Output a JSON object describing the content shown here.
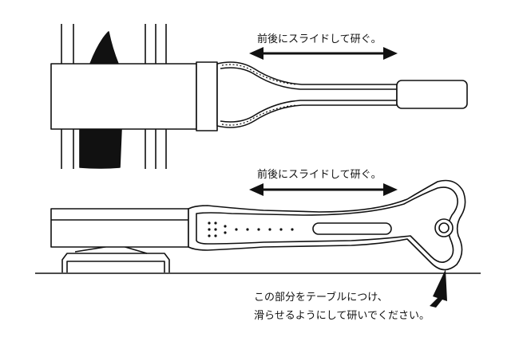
{
  "captions": {
    "top": "前後にスライドして研ぐ。",
    "middle": "前後にスライドして研ぐ。",
    "note_line1": "この部分をテーブルにつけ、",
    "note_line2": "滑らせるようにして研いでください。"
  },
  "icons": {
    "slide_arrow": "double-headed-arrow",
    "pointer_arrow": "pointing-arrow"
  },
  "colors": {
    "line": "#111111",
    "fill": "#ffffff",
    "blade": "#111111"
  }
}
